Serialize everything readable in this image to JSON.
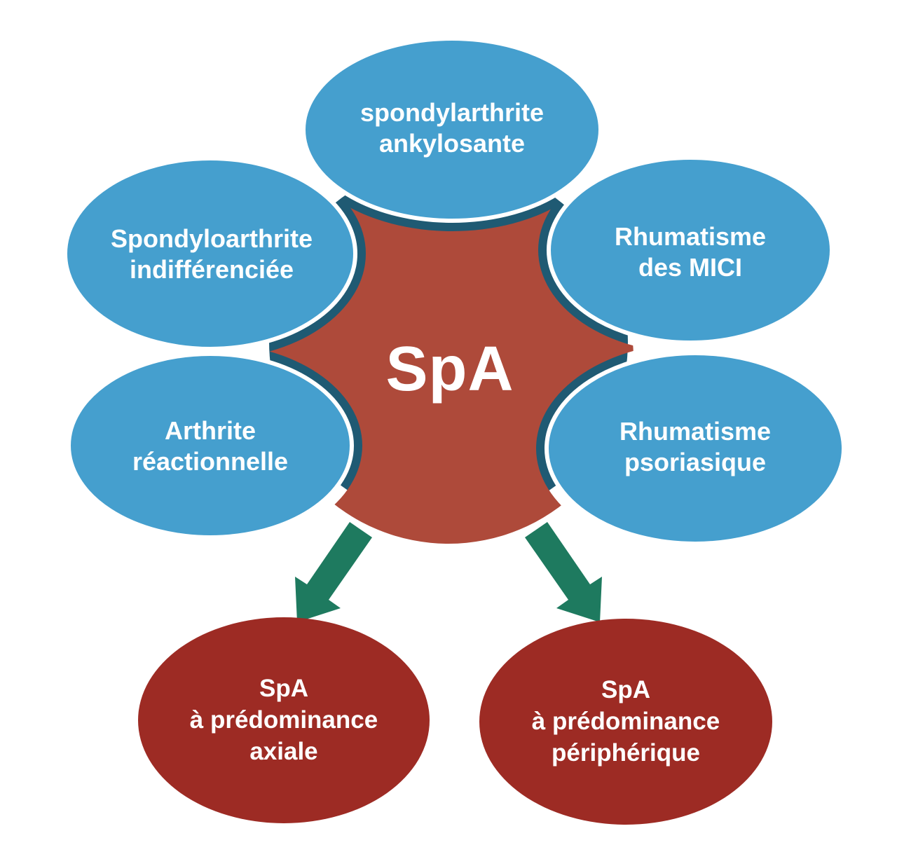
{
  "colors": {
    "background": "#ffffff",
    "teal_circle": "#1f5a73",
    "satellite_blue": "#459fce",
    "ellipse_stroke": "#ffffff",
    "center_red": "#ae4a3a",
    "outcome_red": "#9d2b24",
    "arrow_green": "#1e7a5f",
    "text": "#ffffff"
  },
  "center": {
    "label": "SpA"
  },
  "satellites": [
    {
      "id": "top",
      "lines": [
        "spondylarthrite",
        "ankylosante"
      ]
    },
    {
      "id": "upper-left",
      "lines": [
        "Spondyloarthrite",
        "indifférenciée"
      ]
    },
    {
      "id": "upper-right",
      "lines": [
        "Rhumatisme",
        "des MICI"
      ]
    },
    {
      "id": "lower-left",
      "lines": [
        "Arthrite",
        "réactionnelle"
      ]
    },
    {
      "id": "lower-right",
      "lines": [
        "Rhumatisme",
        "psoriasique"
      ]
    }
  ],
  "outcomes": [
    {
      "id": "axial",
      "lines": [
        "SpA",
        "à prédominance",
        "axiale"
      ]
    },
    {
      "id": "peripheral",
      "lines": [
        "SpA",
        "à prédominance",
        "périphérique"
      ]
    }
  ]
}
